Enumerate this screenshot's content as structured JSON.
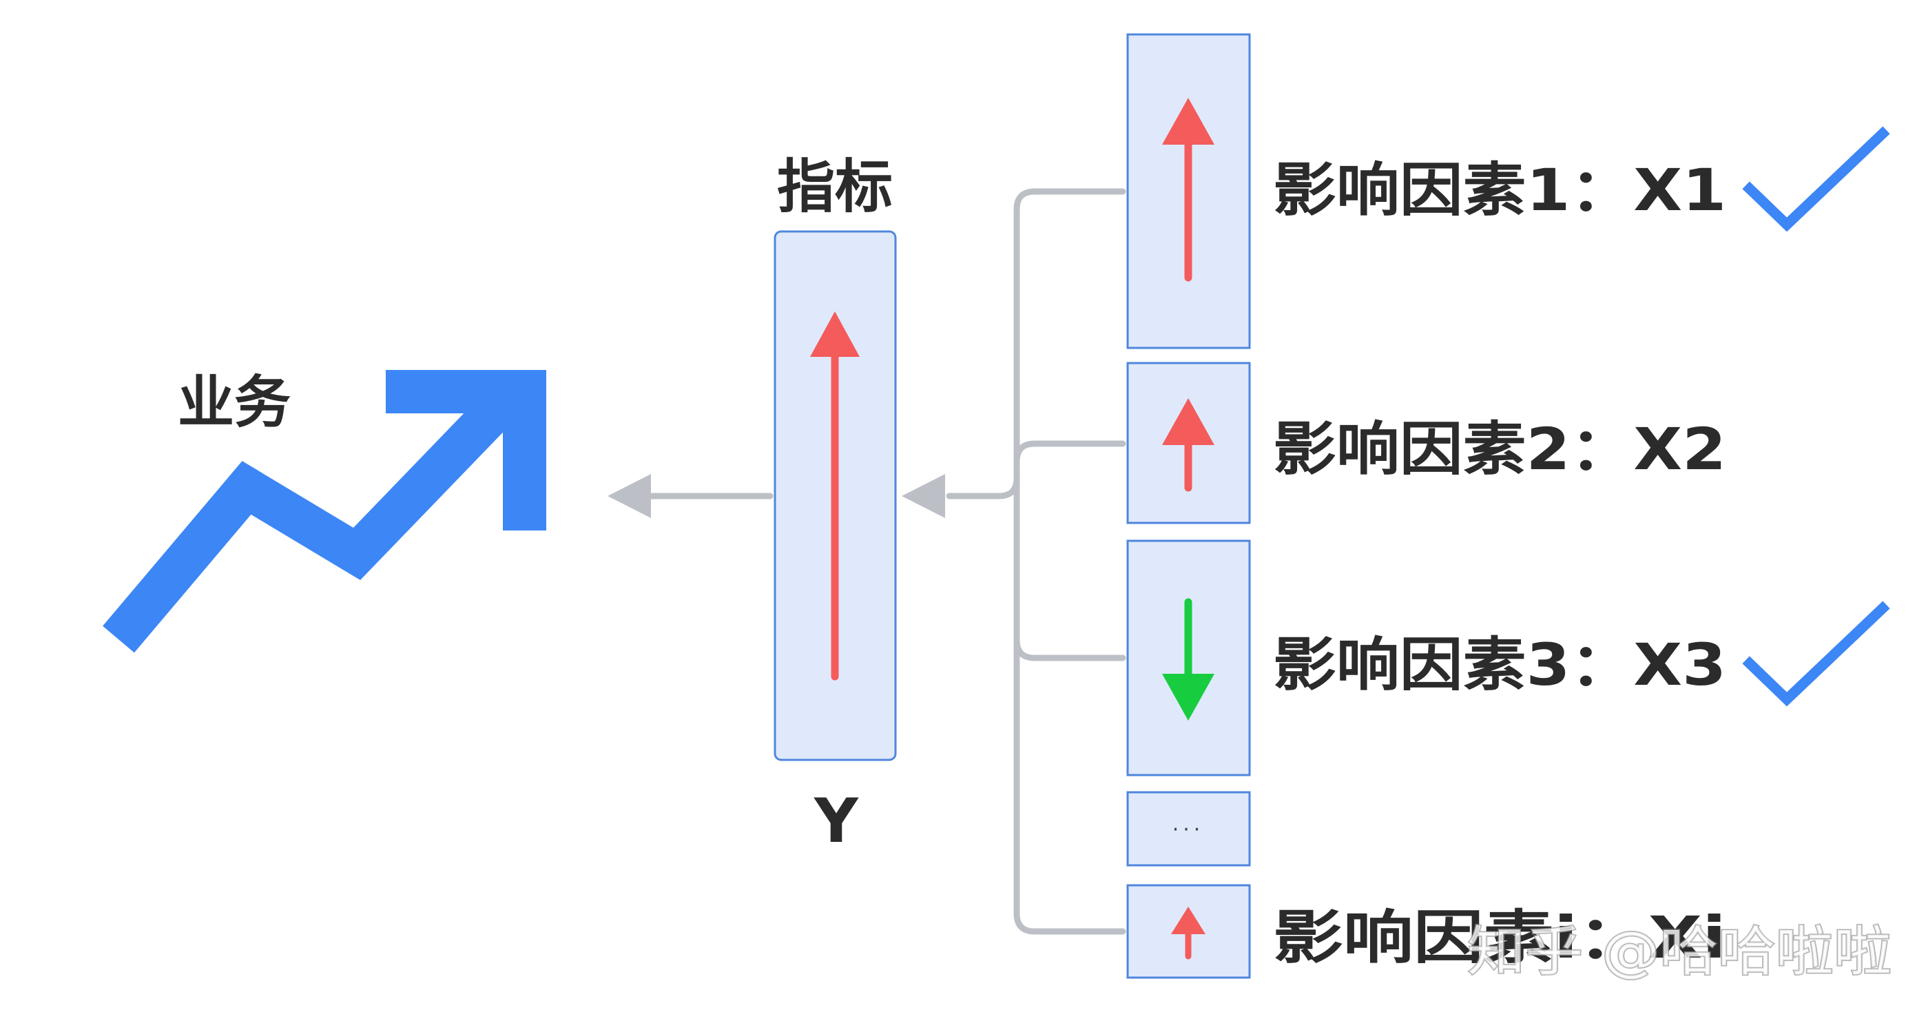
{
  "business": {
    "label": "业务",
    "trend_icon": "trend-up-arrow-icon"
  },
  "metric": {
    "title": "指标",
    "variable": "Y",
    "direction": "up"
  },
  "factors": [
    {
      "label": "影响因素1：X1",
      "direction": "up",
      "selected": true
    },
    {
      "label": "影响因素2：X2",
      "direction": "up",
      "selected": false
    },
    {
      "label": "影响因素3：X3",
      "direction": "down",
      "selected": true
    },
    {
      "label": "···",
      "direction": null,
      "selected": false
    },
    {
      "label": "影响因素i：Xi",
      "direction": "up",
      "selected": false
    }
  ],
  "watermark": "知乎 @哈哈啦啦",
  "colors": {
    "primary_blue": "#3d86f5",
    "box_fill": "#dfe9fb",
    "box_border": "#4f86de",
    "arrow_up_red": "#f45b5b",
    "arrow_down_green": "#17cc3f",
    "connector_gray": "#bcc0c6",
    "text_dark": "#2b2b2b"
  }
}
